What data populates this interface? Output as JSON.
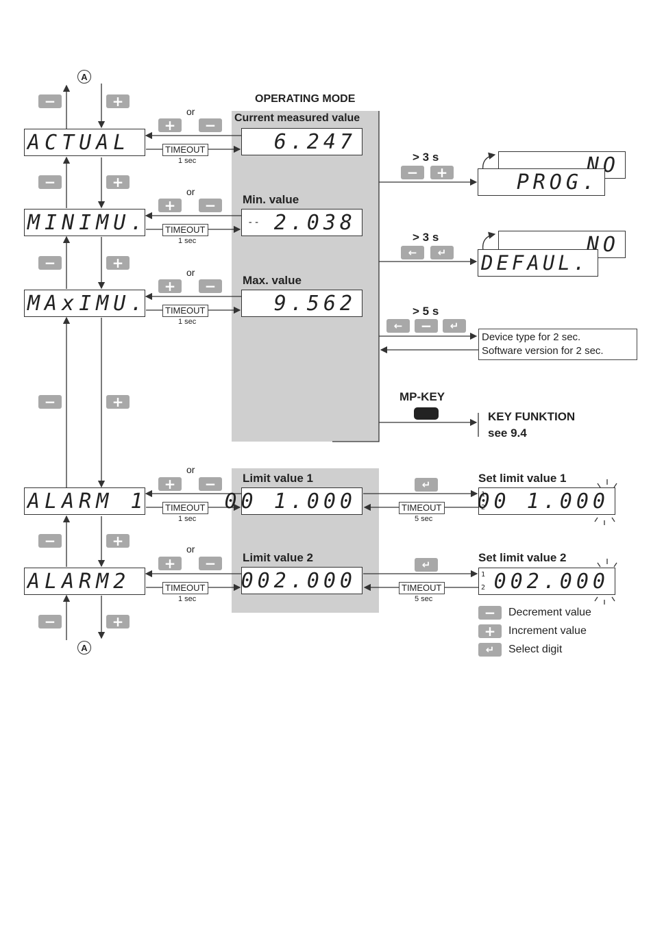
{
  "header": {
    "operating_mode": "OPERATING MODE",
    "mp_key": "MP-KEY"
  },
  "menu": {
    "actual": "ACTUAL",
    "minimu": "MINIMU.",
    "maximu": "MAxIMU.",
    "alarm1": "ALARM 1",
    "alarm2": "ALARM2"
  },
  "values": {
    "current_label": "Current measured value",
    "current_value": "6.247",
    "min_label": "Min. value",
    "min_value": "2.038",
    "min_prefix": "--",
    "max_label": "Max. value",
    "max_value": "9.562",
    "limit1_label": "Limit value 1",
    "limit1_value": "00 1.000",
    "limit2_label": "Limit value 2",
    "limit2_value": "002.000"
  },
  "set_limits": {
    "set1_label": "Set limit value 1",
    "set1_value": "00 1.000",
    "set2_label": "Set limit value 2",
    "set2_value": "002.000",
    "ind1": "1",
    "ind2": "2"
  },
  "timeouts": {
    "label": "TIMEOUT",
    "one_sec": "1 sec",
    "five_sec": "5 sec"
  },
  "or_text": "or",
  "circle_a": "A",
  "right_side": {
    "prog_time": "> 3 s",
    "prog_back": "NO",
    "prog_front": "PROG.",
    "def_time": "> 3 s",
    "def_back": "NO",
    "def_front": "DEFAUL.",
    "ver_time": "> 5 s",
    "device_type": "Device type for 2 sec.",
    "software_version": "Software version for 2 sec.",
    "key_funktion": "KEY FUNKTION",
    "see": "see 9.4"
  },
  "buttons": {
    "minus": "−",
    "plus": "+",
    "enter": "↵",
    "left": "←"
  },
  "legend": {
    "decrement": "Decrement value",
    "increment": "Increment value",
    "select": "Select digit"
  }
}
